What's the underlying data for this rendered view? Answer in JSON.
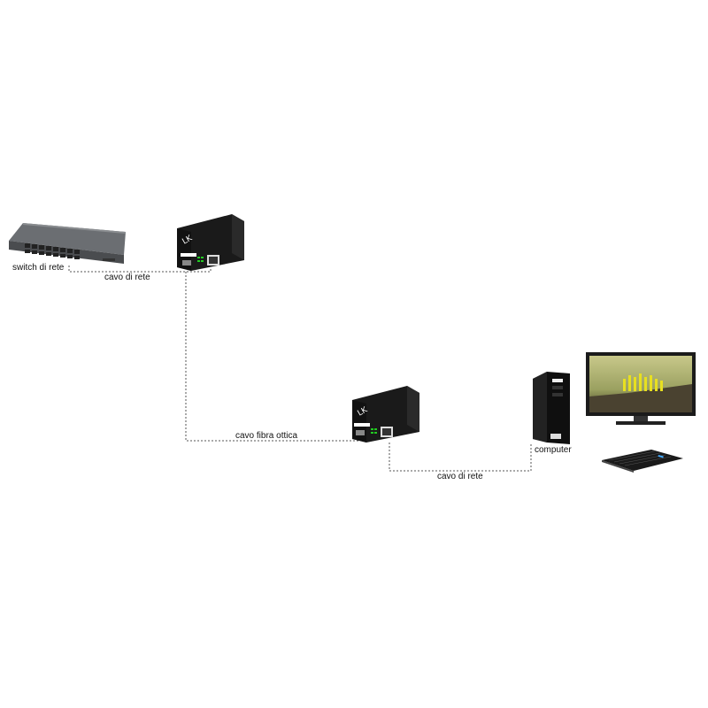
{
  "labels": {
    "switch": "switch di rete",
    "cable_1": "cavo di rete",
    "fiber": "cavo fibra ottica",
    "cable_2": "cavo di rete",
    "computer": "computer"
  },
  "colors": {
    "wire": "#555555",
    "switch_body": "#5a5d60",
    "converter_body": "#1a1a1a",
    "monitor_sky": "#d8d890",
    "plant": "#e8e020"
  }
}
